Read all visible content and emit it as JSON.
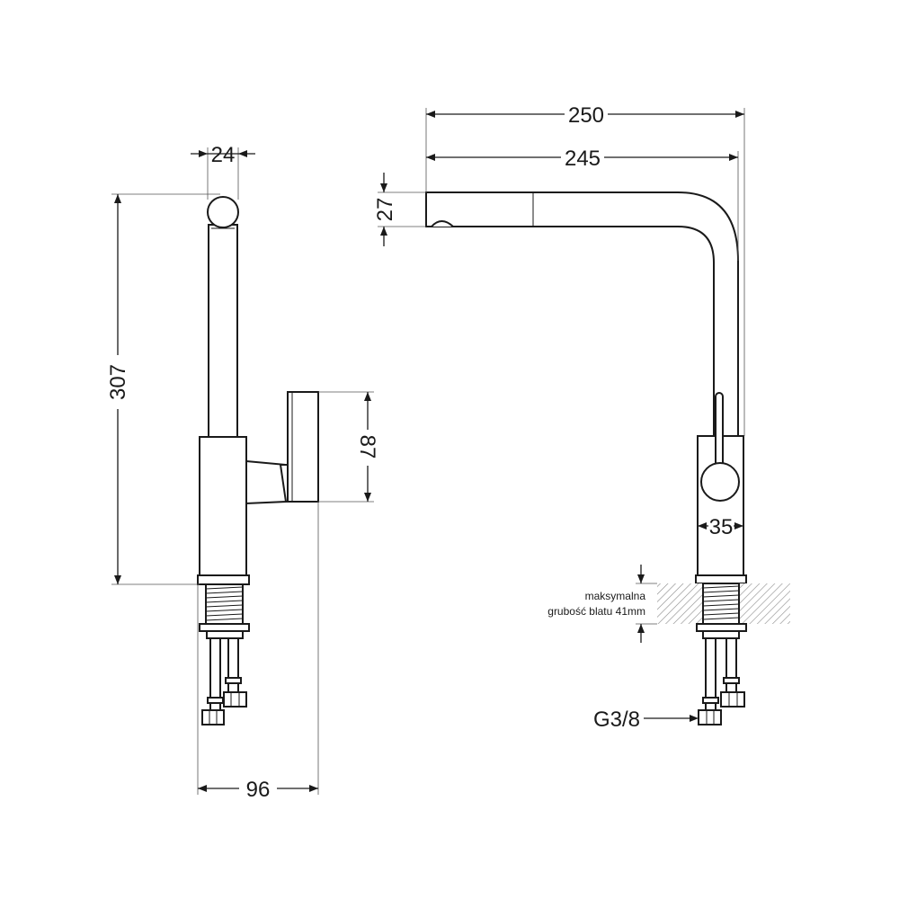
{
  "dimensions": {
    "side_width": "24",
    "total_height": "307",
    "body_height": "87",
    "base_depth": "96",
    "reach_outer": "250",
    "reach_inner": "245",
    "spout_height": "27",
    "handle_diameter": "35"
  },
  "notes": {
    "counter_line1": "maksymalna",
    "counter_line2": "grubość blatu 41mm",
    "connector": "G3/8"
  },
  "colors": {
    "line": "#1a1a1a",
    "hatch": "#888888",
    "background": "#ffffff"
  }
}
